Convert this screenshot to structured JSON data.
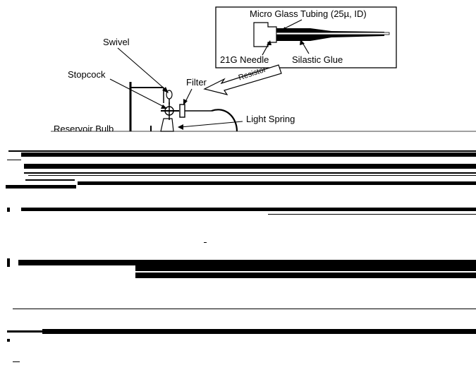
{
  "labels": {
    "micro_glass_tubing": "Micro Glass Tubing (25µ, ID)",
    "needle": "21G Needle",
    "silastic_glue": "Silastic Glue",
    "resistor": "Resistor",
    "swivel": "Swivel",
    "stopcock": "Stopcock",
    "filter": "Filter",
    "light_spring": "Light Spring",
    "reservoir_bulb": "Reservoir Bulb"
  },
  "colors": {
    "ink": "#000000",
    "background": "#ffffff"
  }
}
